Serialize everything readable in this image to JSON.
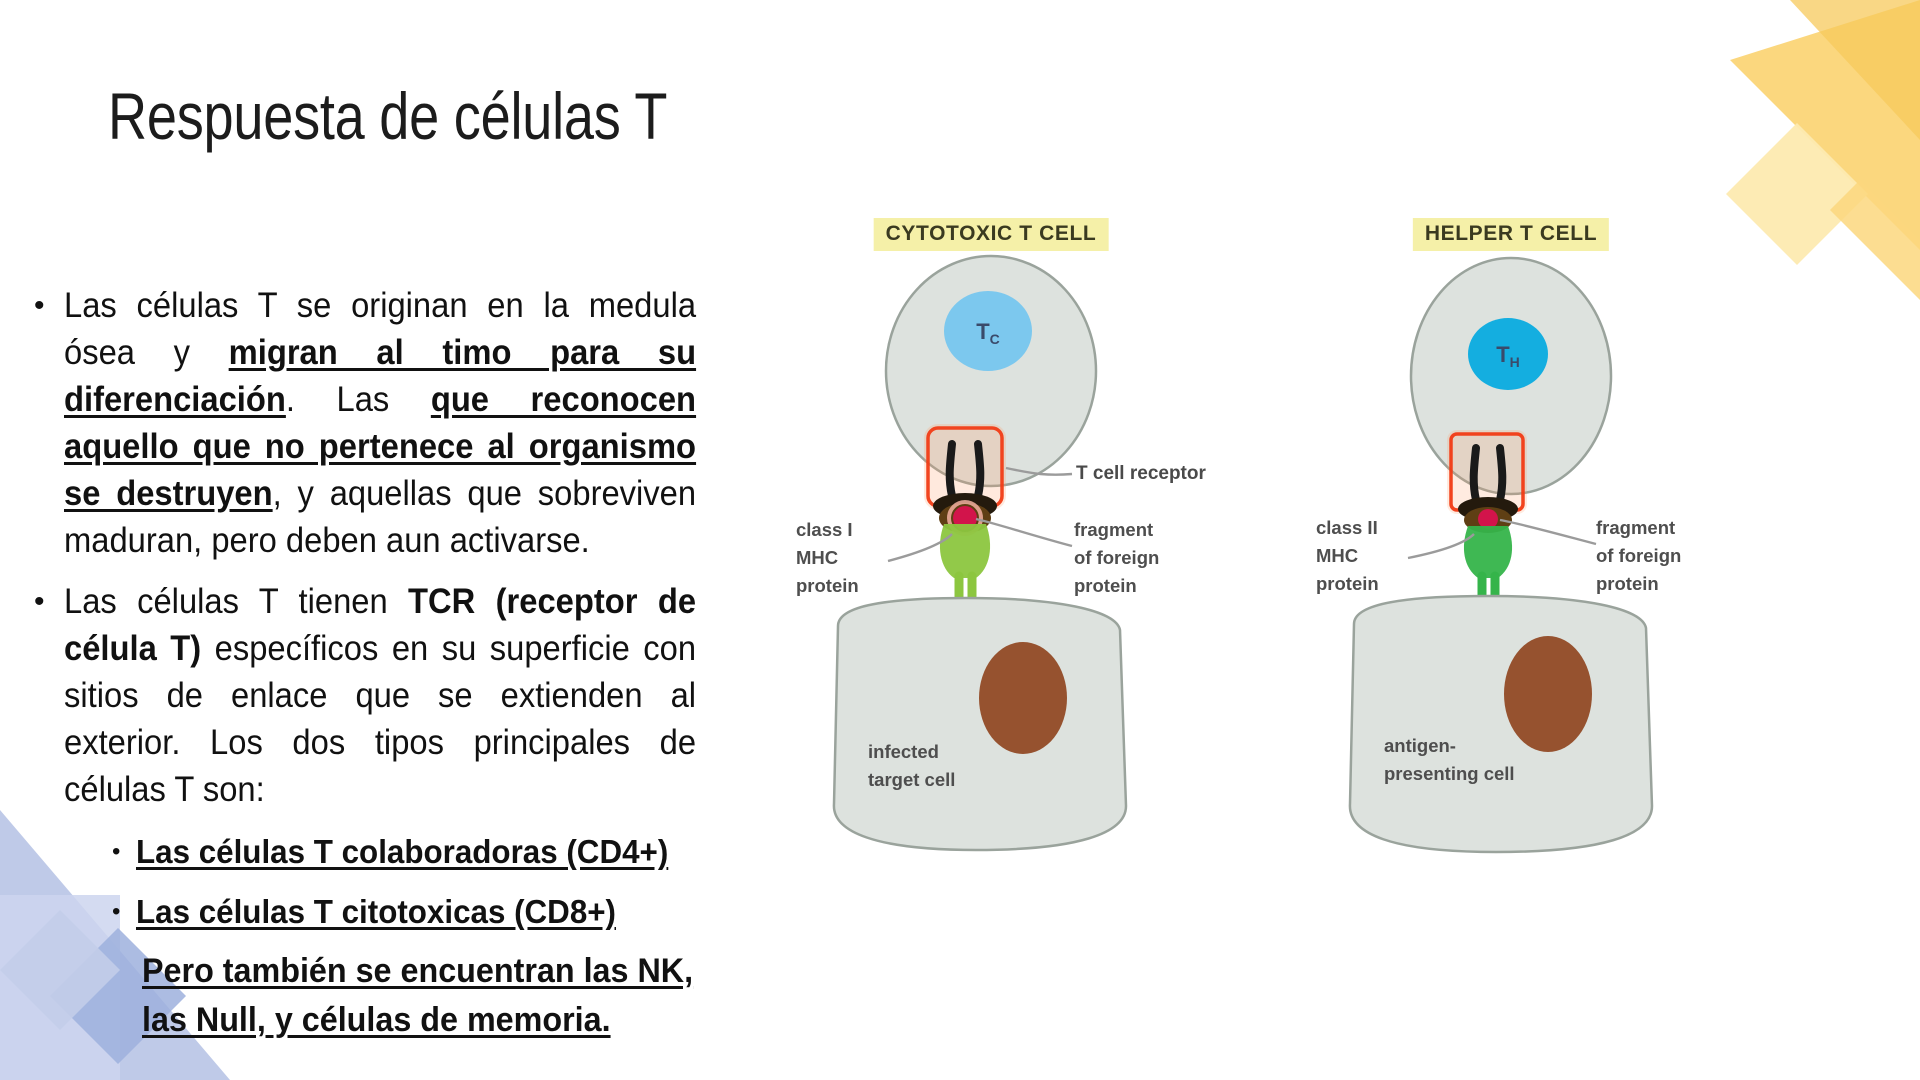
{
  "slide": {
    "title": "Respuesta de células T",
    "background_color": "#ffffff",
    "text_color": "#111111"
  },
  "decor": {
    "top_right_colors": [
      "#fbd77e",
      "#fdeab0",
      "#f7c95c"
    ],
    "bottom_left_colors": [
      "#b8c4e6",
      "#ccd5ee",
      "#9eb0dd"
    ]
  },
  "body": {
    "bullets": [
      {
        "marker": "•",
        "level": 1,
        "segments": [
          {
            "text": "Las células T se originan en la medula ósea y ",
            "style": "normal"
          },
          {
            "text": "migran al timo para su diferenciación",
            "style": "bold-underline"
          },
          {
            "text": ". Las ",
            "style": "normal"
          },
          {
            "text": "que reconocen aquello que no pertenece al organismo se destruyen",
            "style": "bold-underline"
          },
          {
            "text": ", y aquellas que sobreviven maduran, pero deben aun activarse.",
            "style": "normal"
          }
        ]
      },
      {
        "marker": "•",
        "level": 1,
        "segments": [
          {
            "text": "Las células T tienen ",
            "style": "normal"
          },
          {
            "text": "TCR (receptor de célula T)",
            "style": "bold"
          },
          {
            "text": " específicos en su superficie con sitios de enlace que se extienden al exterior. Los dos tipos principales de células T son:",
            "style": "normal"
          }
        ]
      },
      {
        "marker": "•",
        "level": 2,
        "segments": [
          {
            "text": "Las células T colaboradoras (CD4+)",
            "style": "bold-underline"
          }
        ]
      },
      {
        "marker": "•",
        "level": 2,
        "segments": [
          {
            "text": "Las células T citotoxicas (CD8+)",
            "style": "bold-underline"
          }
        ]
      },
      {
        "marker": "",
        "level": 2,
        "segments": [
          {
            "text": "Pero también se encuentran las NK, las Null, y células de memoria.",
            "style": "bold-underline"
          }
        ]
      }
    ]
  },
  "figure": {
    "panels": [
      {
        "id": "cytotoxic",
        "header": "CYTOTOXIC T CELL",
        "header_bg": "#f5f0a8",
        "nucleus_label": "T",
        "nucleus_subscript": "C",
        "nucleus_color": "#7cc8ee",
        "cell_fill": "#dde2de",
        "labels": {
          "receptor": "T cell receptor",
          "mhc_line1": "class I",
          "mhc_line2": "MHC",
          "mhc_line3": "protein",
          "fragment_line1": "fragment",
          "fragment_line2": "of foreign",
          "fragment_line3": "protein",
          "target_line1": "infected",
          "target_line2": "target cell"
        },
        "highlight_box_color": "#ee2200",
        "target_nucleus_color": "#96522f"
      },
      {
        "id": "helper",
        "header": "HELPER T CELL",
        "header_bg": "#f5f0a8",
        "nucleus_label": "T",
        "nucleus_subscript": "H",
        "nucleus_color": "#14aee0",
        "cell_fill": "#dde2de",
        "labels": {
          "receptor": "",
          "mhc_line1": "class II",
          "mhc_line2": "MHC",
          "mhc_line3": "protein",
          "fragment_line1": "fragment",
          "fragment_line2": "of foreign",
          "fragment_line3": "protein",
          "target_line1": "antigen-",
          "target_line2": "presenting cell"
        },
        "highlight_box_color": "#ee2200",
        "target_nucleus_color": "#96522f"
      }
    ]
  }
}
